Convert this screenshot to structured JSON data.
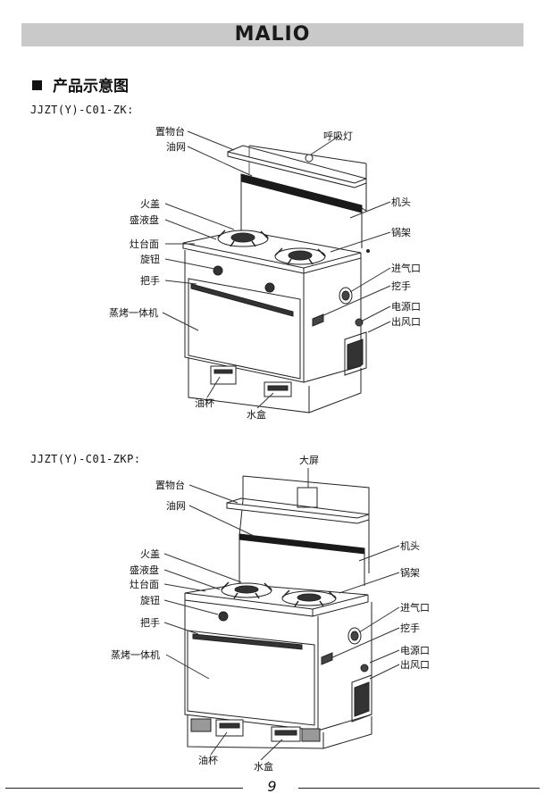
{
  "header": {
    "brand": "MALIO"
  },
  "section": {
    "title": "产品示意图"
  },
  "diagram1": {
    "model": "JJZT(Y)-C01-ZK:",
    "labels": {
      "shelf": "置物台",
      "oil_net": "油网",
      "breath_light": "呼吸灯",
      "fire_cover": "火盖",
      "drip_tray": "盛液盘",
      "stove_top": "灶台面",
      "knob": "旋钮",
      "handle": "把手",
      "steam_oven": "蒸烤一体机",
      "machine_head": "机头",
      "pot_rack": "锅架",
      "air_inlet": "进气口",
      "grip": "挖手",
      "power_port": "电源口",
      "air_outlet": "出风口",
      "oil_cup": "油杯",
      "water_box": "水盒"
    }
  },
  "diagram2": {
    "model": "JJZT(Y)-C01-ZKP:",
    "labels": {
      "big_screen": "大屏",
      "shelf": "置物台",
      "oil_net": "油网",
      "fire_cover": "火盖",
      "drip_tray": "盛液盘",
      "stove_top": "灶台面",
      "knob": "旋钮",
      "handle": "把手",
      "steam_oven": "蒸烤一体机",
      "machine_head": "机头",
      "pot_rack": "锅架",
      "air_inlet": "进气口",
      "grip": "挖手",
      "power_port": "电源口",
      "air_outlet": "出风口",
      "oil_cup": "油杯",
      "water_box": "水盒"
    }
  },
  "footer": {
    "page_number": "9"
  }
}
